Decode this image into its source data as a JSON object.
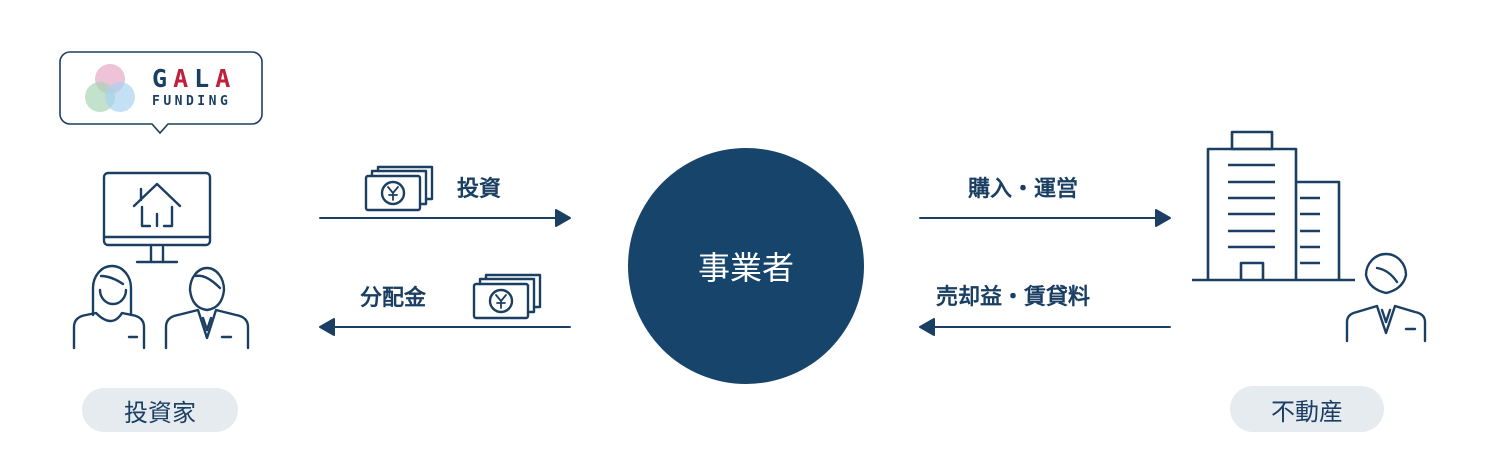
{
  "logo": {
    "word1": [
      "G",
      "A",
      "L",
      "A"
    ],
    "word2": "FUNDING",
    "colors": {
      "navy": "#1b3f63",
      "red": "#c0213a"
    }
  },
  "investor": {
    "label": "投資家"
  },
  "center": {
    "label": "事業者"
  },
  "real_estate": {
    "label": "不動産"
  },
  "flows": {
    "invest": "投資",
    "distribution": "分配金",
    "purchase": "購入・運営",
    "income": "売却益・賃貸料"
  },
  "colors": {
    "primary": "#17446b",
    "pill": "#e6ebf0"
  }
}
